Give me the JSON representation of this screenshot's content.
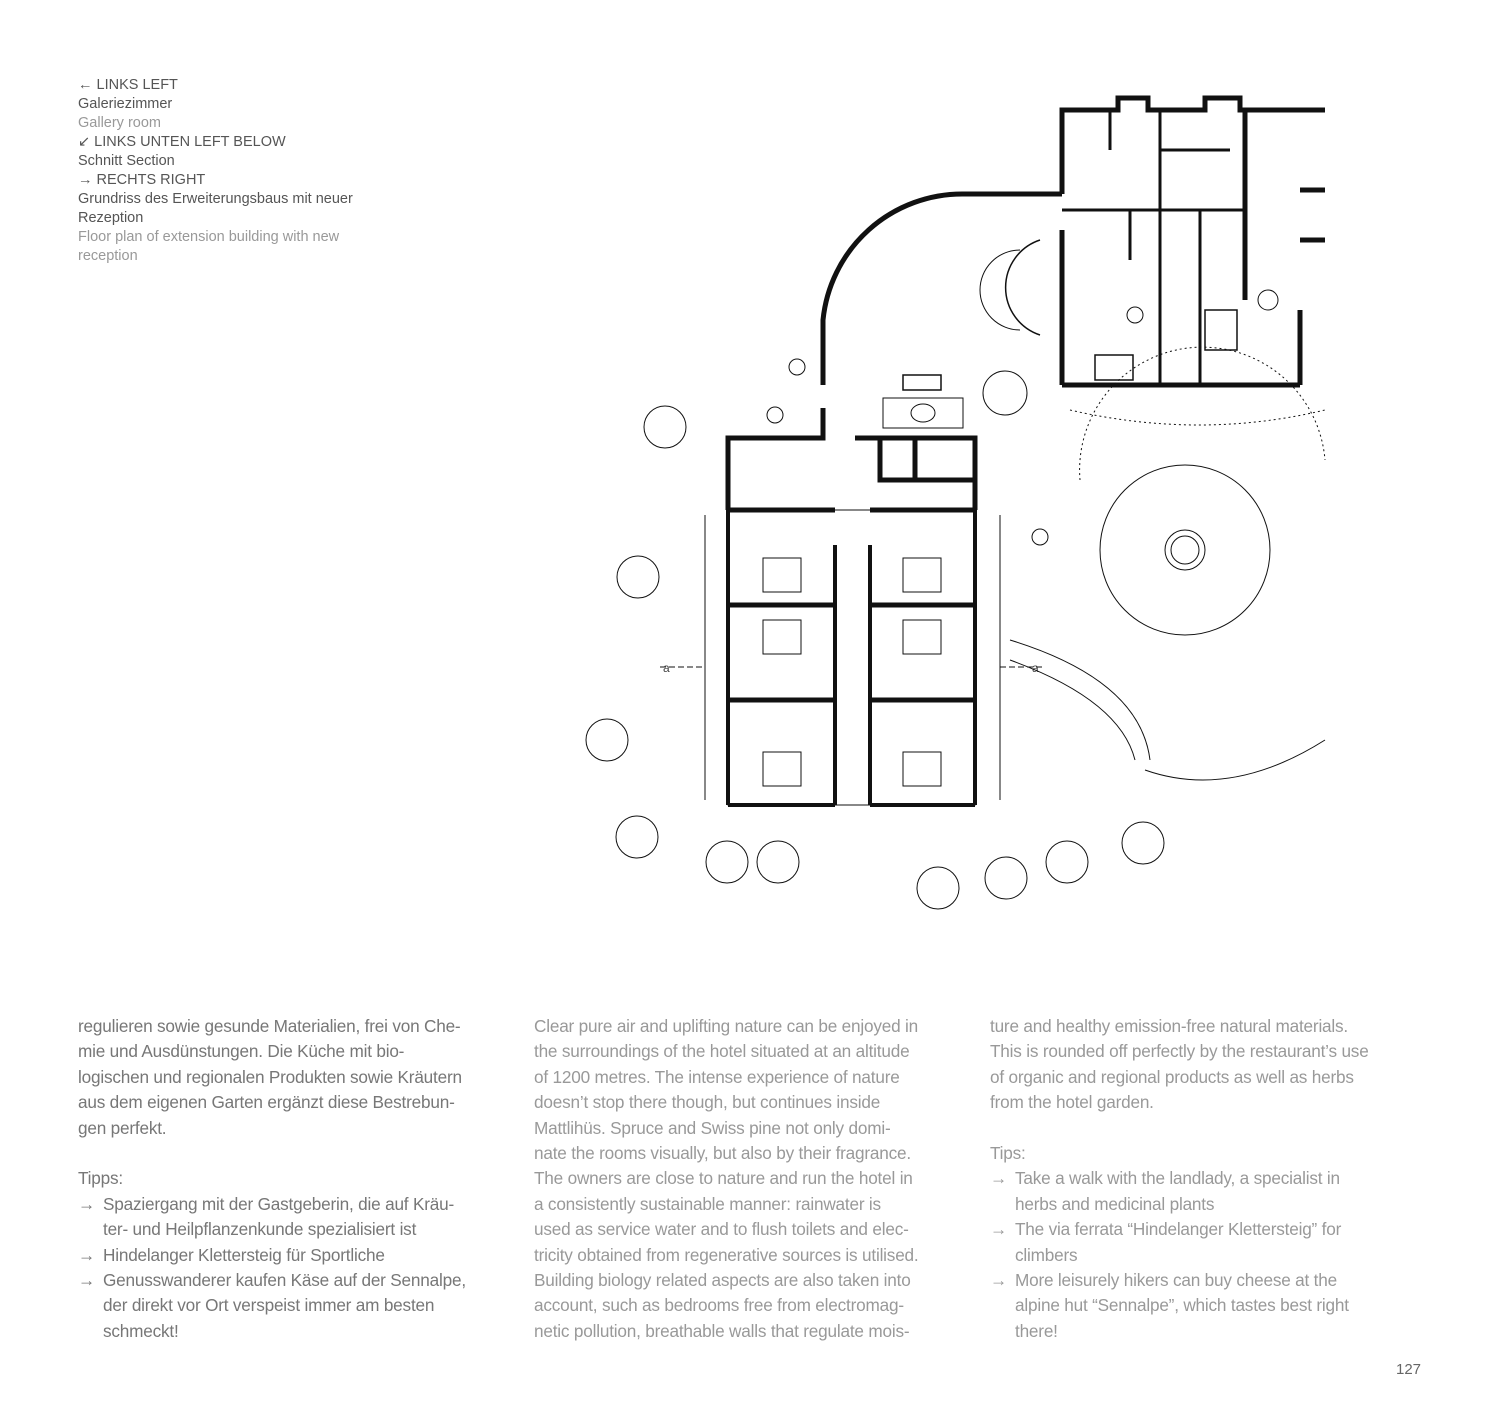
{
  "caption": {
    "left_label": "← LINKS LEFT",
    "left_de": "Galeriezimmer",
    "left_en": "Gallery room",
    "below_label": "↙ LINKS UNTEN LEFT BELOW",
    "below_text": "Schnitt Section",
    "right_label": "→ RECHTS RIGHT",
    "right_de_1": "Grundriss des Erweiterungsbaus mit neuer",
    "right_de_2": "Rezeption",
    "right_en_1": "Floor plan of extension building with new",
    "right_en_2": "reception"
  },
  "plan": {
    "section_marker": "a"
  },
  "col1": {
    "lines": [
      "regulieren sowie gesunde Materialien, frei von Che-",
      "mie und Ausdünstungen. Die Küche mit bio-",
      "logischen und regionalen Produkten sowie Kräutern",
      "aus dem eigenen Garten ergänzt diese Bestrebun-",
      "gen perfekt."
    ],
    "tips_title": "Tipps:",
    "tips": [
      [
        "Spaziergang mit der Gastgeberin, die auf Kräu-",
        "ter- und Heilpflanzenkunde spezialisiert ist"
      ],
      [
        "Hindelanger Klettersteig für Sportliche"
      ],
      [
        "Genusswanderer kaufen Käse auf der Sennalpe,",
        "der direkt vor Ort verspeist immer am besten",
        "schmeckt!"
      ]
    ]
  },
  "col2": {
    "lines": [
      "Clear pure air and uplifting nature can be enjoyed in",
      "the surroundings of the hotel situated at an altitude",
      "of 1200 metres. The intense experience of nature",
      "doesn’t stop there though, but continues inside",
      "Mattlihüs. Spruce and Swiss pine not only domi-",
      "nate the rooms visually, but also by their fragrance.",
      "The owners are close to nature and run the hotel in",
      "a consistently sustainable manner: rainwater is",
      "used as service water and to flush toilets and elec-",
      "tricity obtained from regenerative sources is utilised.",
      "Building biology related aspects are also taken into",
      "account, such as bedrooms free from electromag-",
      "netic pollution, breathable walls that regulate mois-"
    ]
  },
  "col3": {
    "lines": [
      "ture and healthy emission-free natural materials.",
      "This is rounded off perfectly by the restaurant’s use",
      "of organic and regional products as well as herbs",
      "from the hotel garden."
    ],
    "tips_title": "Tips:",
    "tips": [
      [
        "Take a walk with the landlady, a specialist in",
        "herbs and medicinal plants"
      ],
      [
        "The via ferrata “Hindelanger Klettersteig” for",
        "climbers"
      ],
      [
        "More leisurely hikers can buy cheese at the",
        "alpine hut “Sennalpe”, which tastes best right",
        "there!"
      ]
    ]
  },
  "tip_arrow": "→",
  "page_number": "127"
}
